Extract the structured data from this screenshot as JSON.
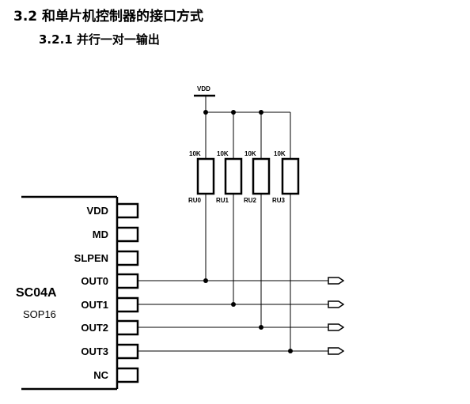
{
  "headings": {
    "section": "3.2  和单片机控制器的接口方式",
    "subsection": "3.2.1  并行一对一输出"
  },
  "chip": {
    "name": "SC04A",
    "package": "SOP16",
    "pins": [
      "VDD",
      "MD",
      "SLPEN",
      "OUT0",
      "OUT1",
      "OUT2",
      "OUT3",
      "NC"
    ]
  },
  "supply": {
    "label": "VDD"
  },
  "resistors": [
    {
      "value": "10K",
      "ref": "RU0"
    },
    {
      "value": "10K",
      "ref": "RU1"
    },
    {
      "value": "10K",
      "ref": "RU2"
    },
    {
      "value": "10K",
      "ref": "RU3"
    }
  ]
}
